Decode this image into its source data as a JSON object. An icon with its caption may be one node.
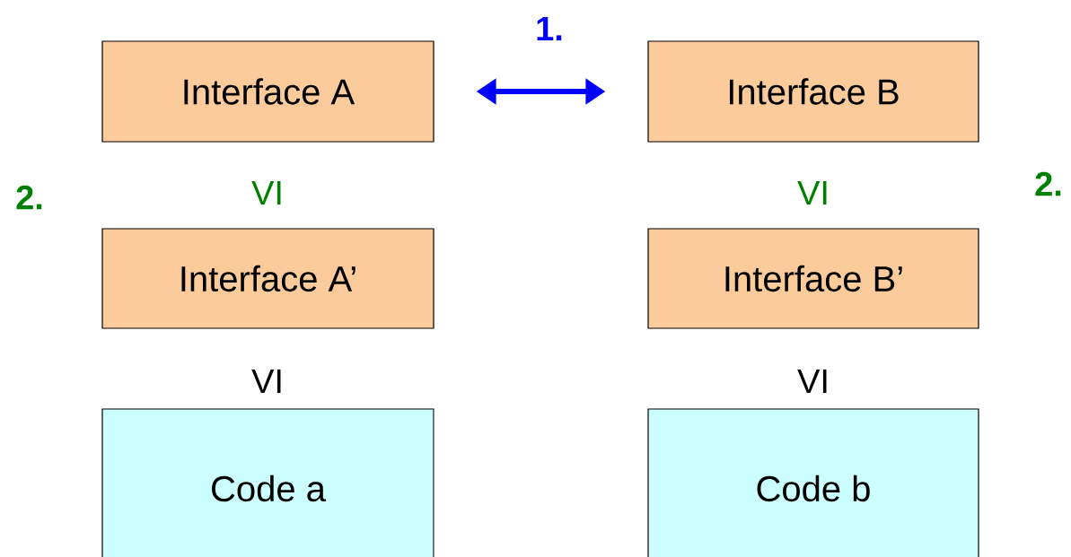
{
  "diagram": {
    "nodes": [
      {
        "text": [
          "Interface A"
        ]
      },
      {
        "text": [
          "Interface B"
        ]
      },
      {
        "text": [
          "Interface A’"
        ]
      },
      {
        "text": [
          "Interface B’"
        ]
      },
      {
        "text": [
          "Code a"
        ]
      },
      {
        "text": [
          "Code b"
        ]
      }
    ],
    "edges": [
      {
        "from": 0,
        "to": 1,
        "arrow": "both",
        "color": "#0000ff"
      }
    ],
    "labels": [
      "1.",
      "2.",
      "VI",
      "VI",
      "2.",
      "VI",
      "VI"
    ]
  }
}
